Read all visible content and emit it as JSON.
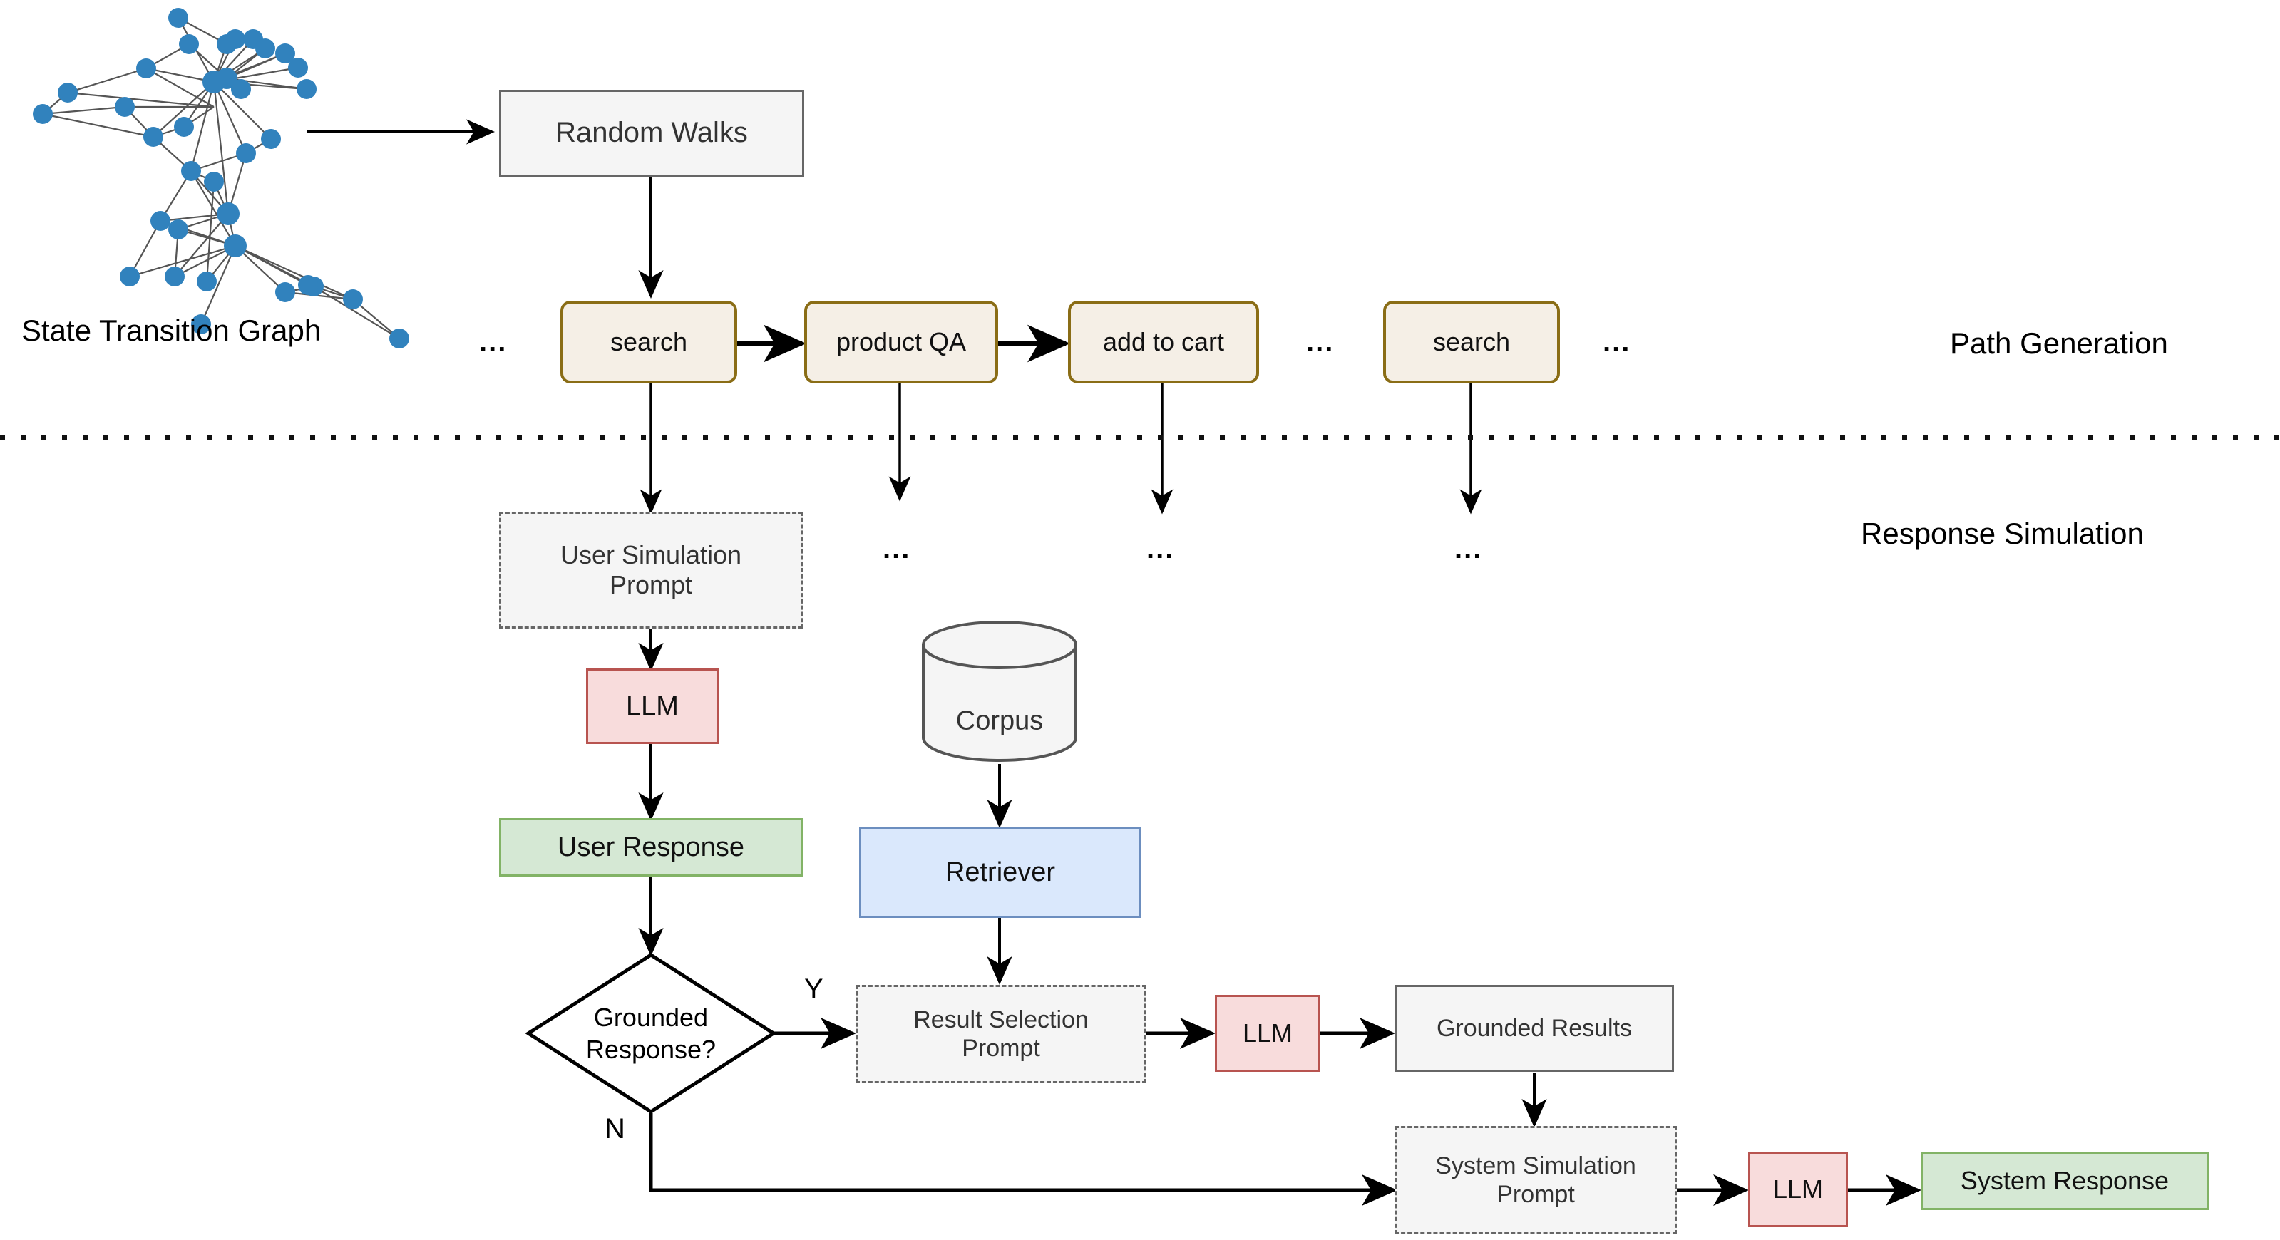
{
  "diagram": {
    "title": "Path Generation and Response Simulation pipeline",
    "section_labels": {
      "path_generation": "Path Generation",
      "response_simulation": "Response Simulation"
    },
    "graph": {
      "caption": "State Transition Graph",
      "node_color": "#3182bd",
      "edge_color": "#555555"
    },
    "nodes": {
      "random_walks": "Random Walks",
      "state_search_1": "search",
      "state_product_qa": "product QA",
      "state_add_to_cart": "add to cart",
      "state_search_2": "search",
      "user_simulation_prompt": "User Simulation\nPrompt",
      "user_simulation_prompt_l1": "User Simulation",
      "user_simulation_prompt_l2": "Prompt",
      "llm_user": "LLM",
      "user_response": "User Response",
      "corpus": "Corpus",
      "retriever": "Retriever",
      "decision_l1": "Grounded",
      "decision_l2": "Response?",
      "result_selection_prompt_l1": "Result Selection",
      "result_selection_prompt_l2": "Prompt",
      "llm_result": "LLM",
      "grounded_results": "Grounded Results",
      "system_simulation_prompt_l1": "System Simulation",
      "system_simulation_prompt_l2": "Prompt",
      "llm_system": "LLM",
      "system_response": "System Response"
    },
    "edge_labels": {
      "yes": "Y",
      "no": "N"
    },
    "ellipses": {
      "path_left": "...",
      "path_mid": "...",
      "path_right": "...",
      "sim_1": "...",
      "sim_2": "...",
      "sim_3": "..."
    },
    "colors": {
      "state_fill": "#f5efe6",
      "state_border": "#8a6d16",
      "llm_fill": "#f8dcdc",
      "llm_border": "#b85450",
      "green_fill": "#d5e8d4",
      "green_border": "#82b366",
      "blue_fill": "#dae8fc",
      "blue_border": "#6c8ebf",
      "gray_fill": "#f5f5f5",
      "gray_border": "#666666",
      "graph_node": "#3182bd"
    }
  }
}
